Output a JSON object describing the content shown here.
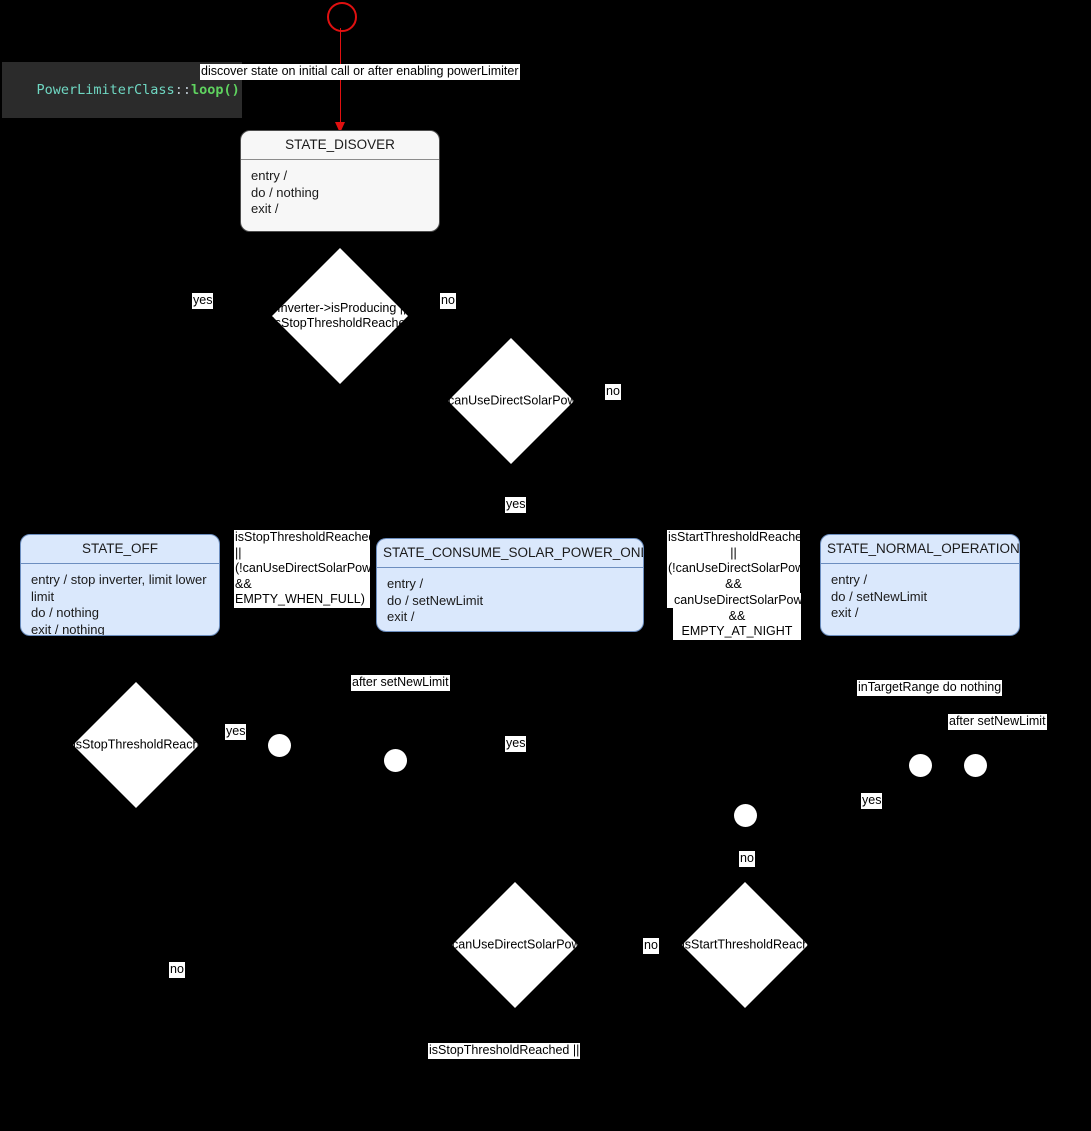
{
  "diagram": {
    "title_code": {
      "class_name": "PowerLimiterClass",
      "scope_operator": "::",
      "function_name": "loop()"
    },
    "colors": {
      "background": "#000000",
      "start_node": "#e01010",
      "state_blue_fill": "#dae8fc",
      "state_blue_border": "#6c8ebf",
      "state_gray_fill": "#f7f7f7",
      "state_gray_border": "#4d4d4d",
      "decision_fill": "#ffffff",
      "label_fill": "#ffffff"
    },
    "start_transition_label": "discover state on initial call or after enabling powerLimiter",
    "states": [
      {
        "id": "state-disover",
        "name": "STATE_DISOVER",
        "entry": "entry /",
        "do": "do / nothing",
        "exit": "exit /",
        "body": "entry /\ndo / nothing\nexit /"
      },
      {
        "id": "state-off",
        "name": "STATE_OFF",
        "entry": "entry / stop inverter, limit lower limit",
        "do": "do / nothing",
        "exit": "exit / nothing",
        "body": "entry / stop inverter, limit lower limit\ndo / nothing\nexit / nothing"
      },
      {
        "id": "state-consume-solar-power-only",
        "name": "STATE_CONSUME_SOLAR_POWER_ONLY",
        "entry": "entry /",
        "do": "do / setNewLimit",
        "exit": "exit /",
        "body": "entry /\ndo / setNewLimit\nexit /"
      },
      {
        "id": "state-normal-operation",
        "name": "STATE_NORMAL_OPERATION",
        "entry": "entry /",
        "do": "do / setNewLimit",
        "exit": "exit /",
        "body": "entry /\ndo / setNewLimit\nexit /"
      }
    ],
    "decisions": [
      {
        "id": "decision-inverter-producing",
        "label": "!Inverter->isProducing ||\nisStopThresholdReached"
      },
      {
        "id": "decision-can-use-direct-solar-power-top",
        "label": "canUseDirectSolarPower"
      },
      {
        "id": "decision-is-stop-threshold-reached",
        "label": "isStopThresholdReached"
      },
      {
        "id": "decision-can-use-direct-solar-power-bottom",
        "label": "canUseDirectSolarPower"
      },
      {
        "id": "decision-is-start-threshold-reached",
        "label": "isStartThresholdReached"
      }
    ],
    "edge_labels": {
      "yes_1": "yes",
      "no_1": "no",
      "no_2": "no",
      "yes_2": "yes",
      "guard_stop_threshold_when_full": "isStopThresholdReached ||\n(!canUseDirectSolarPower\n&& EMPTY_WHEN_FULL)",
      "guard_start_threshold_at_night": "isStartThresholdReached ||\n(!canUseDirectSolarPower\n&& EMPTY_AT_NIGHT)",
      "guard_can_use_direct_solar_at_night": "canUseDirectSolarPower\n&& EMPTY_AT_NIGHT",
      "after_set_new_limit_1": "after setNewLimit",
      "after_set_new_limit_2": "after setNewLimit",
      "in_target_range": "inTargetRange do nothing",
      "yes_3": "yes",
      "yes_4": "yes",
      "yes_5": "yes",
      "no_3": "no",
      "no_4": "no",
      "no_5": "no",
      "is_stop_threshold_reached_or": "isStopThresholdReached ||"
    }
  }
}
